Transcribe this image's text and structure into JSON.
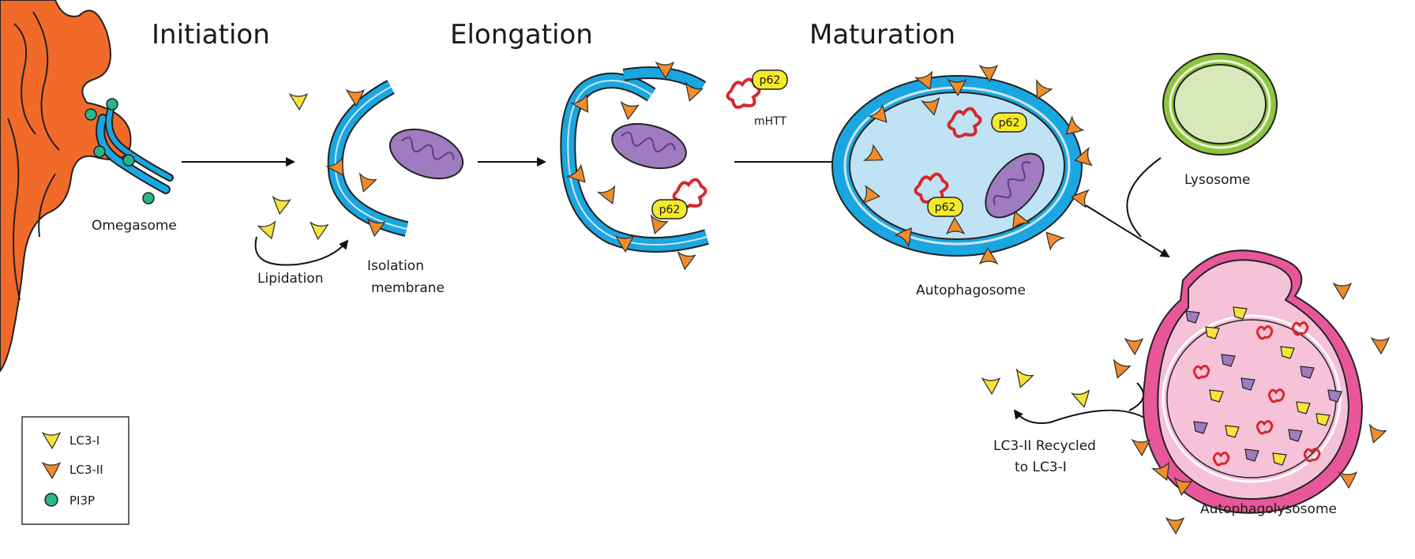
{
  "stages": {
    "initiation": "Initiation",
    "elongation": "Elongation",
    "maturation": "Maturation"
  },
  "labels": {
    "omegasome": "Omegasome",
    "lipidation": "Lipidation",
    "isolation_line1": "Isolation",
    "isolation_line2": "membrane",
    "mhtt": "mHTT",
    "autophagosome": "Autophagosome",
    "lysosome": "Lysosome",
    "recycled_line1": "LC3-II Recycled",
    "recycled_line2": "to LC3-I",
    "autophagolysosome": "Autophagolysosome",
    "p62": "p62"
  },
  "legend": {
    "items": [
      {
        "label": "LC3-I",
        "icon": "lc3-i-icon"
      },
      {
        "label": "LC3-II",
        "icon": "lc3-ii-icon"
      },
      {
        "label": "PI3P",
        "icon": "pi3p-icon"
      }
    ]
  },
  "colors": {
    "er": "#f26a2a",
    "membrane": "#1aa6e0",
    "lc3_i": "#f7e43a",
    "lc3_ii": "#f28c2a",
    "pi3p": "#2bb58a",
    "p62": "#f5ea2a",
    "mhtt": "#d8262e",
    "mito": "#9f7cc0",
    "lysosome": "#8cc63f",
    "lysosome_lumen": "#d8e8b8",
    "autolyso": "#e8579a",
    "autolyso_lumen": "#f6c2d8",
    "autophagosome_lumen": "#bfe3f5"
  }
}
